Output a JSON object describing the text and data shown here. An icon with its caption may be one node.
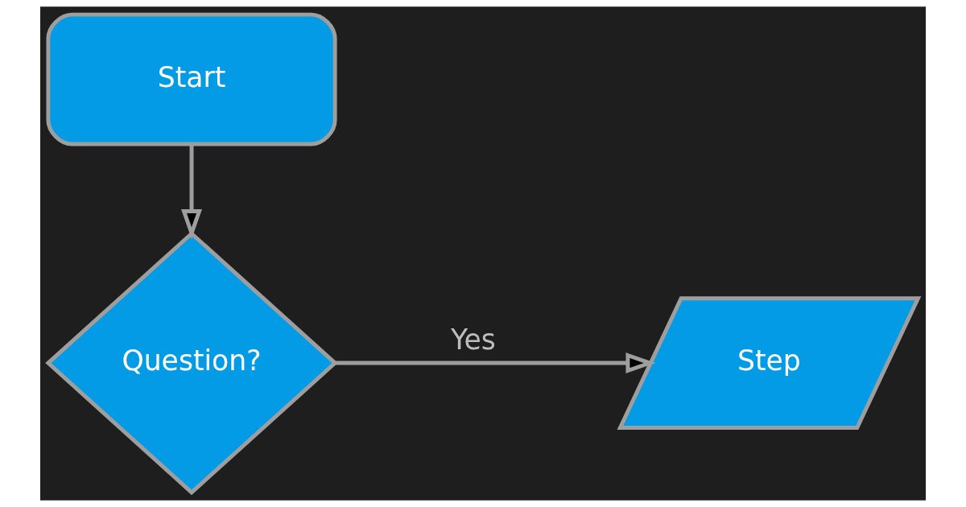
{
  "diagram": {
    "nodes": [
      {
        "text": [
          "Start"
        ]
      },
      {
        "text": [
          "Question?"
        ]
      },
      {
        "text": [
          "Step"
        ]
      }
    ],
    "edges": [
      {
        "from": 0,
        "to": 1,
        "arrow": "to"
      },
      {
        "from": 1,
        "to": 2,
        "arrow": "to",
        "label": "Yes"
      }
    ]
  }
}
